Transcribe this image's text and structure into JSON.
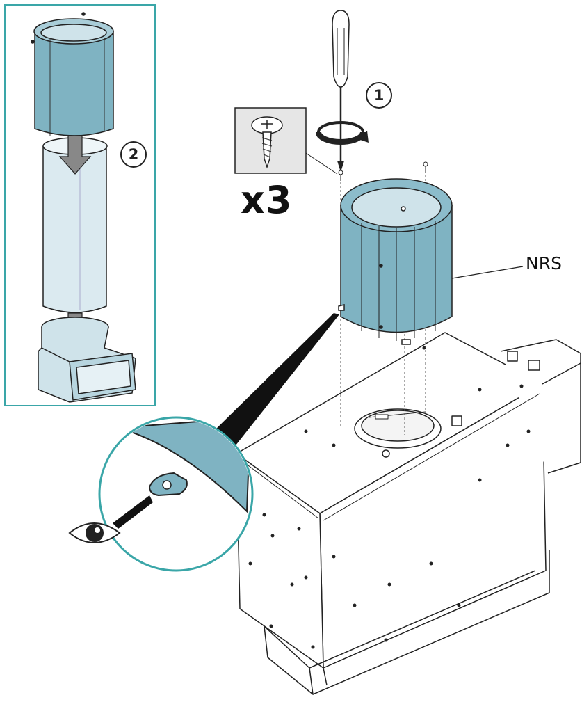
{
  "step_numbers": {
    "step1": "1",
    "step2": "2"
  },
  "screw_count": "x3",
  "component_label": "NRS",
  "colors": {
    "part_fill": "#7fb3c2",
    "part_fill_light": "#cfe3ea",
    "inset_border": "#3aa6a8",
    "line": "#222222",
    "body_fill": "#ffffff",
    "screw_box": "#e6e6e6"
  },
  "icons": [
    "screwdriver-icon",
    "screw-icon",
    "rotate-arrow-icon",
    "eye-icon",
    "arrow-down-icon"
  ]
}
